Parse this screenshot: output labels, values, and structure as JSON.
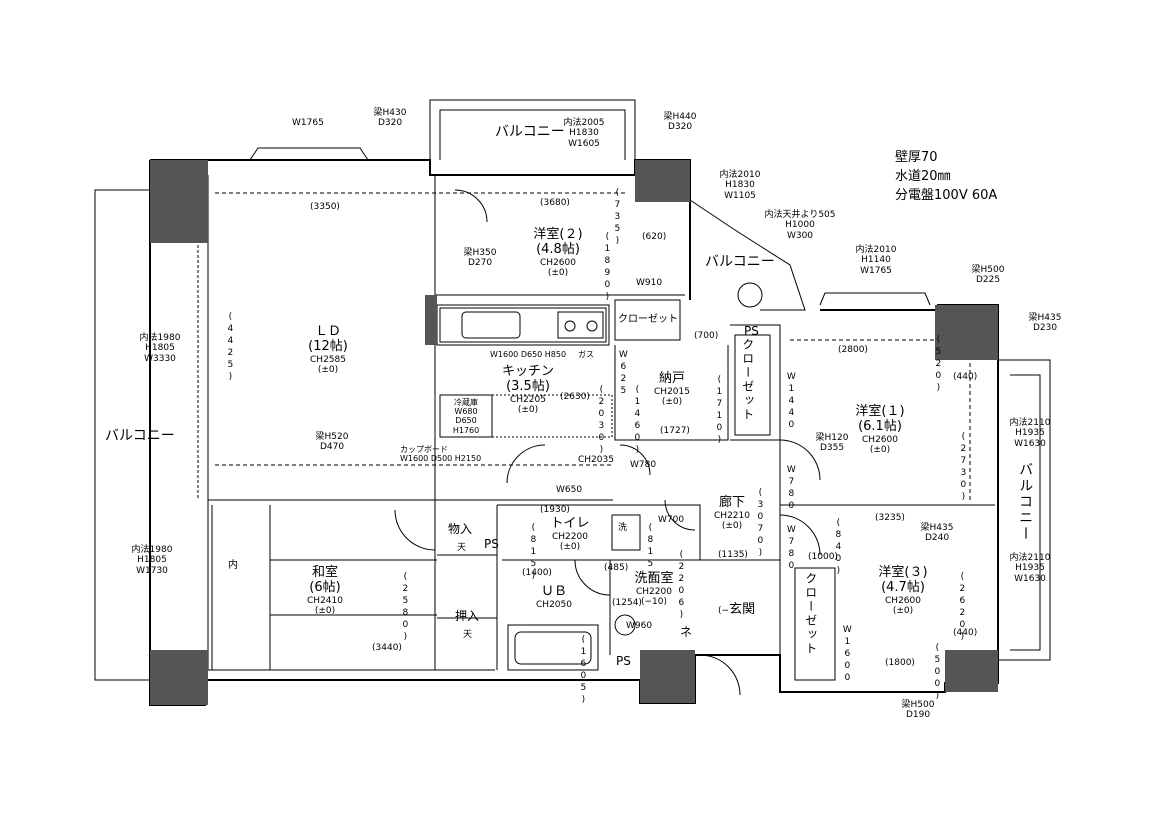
{
  "specs": {
    "wall": "壁厚70",
    "water": "水道20㎜",
    "panel": "分電盤100V 60A"
  },
  "rooms": {
    "ld": {
      "name": "ＬＤ",
      "size": "(12帖)",
      "ch": "CH2585",
      "lv": "(±0)"
    },
    "kitchen": {
      "name": "キッチン",
      "size": "(3.5帖)",
      "ch": "CH2205",
      "lv": "(±0)"
    },
    "western2": {
      "name": "洋室(２)",
      "size": "(4.8帖)",
      "ch": "CH2600",
      "lv": "(±0)"
    },
    "western1": {
      "name": "洋室(１)",
      "size": "(6.1帖)",
      "ch": "CH2600",
      "lv": "(±0)"
    },
    "western3": {
      "name": "洋室(３)",
      "size": "(4.7帖)",
      "ch": "CH2600",
      "lv": "(±0)"
    },
    "japanese": {
      "name": "和室",
      "size": "(6帖)",
      "ch": "CH2410",
      "lv": "(±0)"
    },
    "storage": {
      "name": "納戸",
      "ch": "CH2015",
      "lv": "(±0)"
    },
    "corridor": {
      "name": "廊下",
      "ch": "CH2210",
      "lv": "(±0)"
    },
    "toilet": {
      "name": "トイレ",
      "ch": "CH2200",
      "lv": "(±0)"
    },
    "washroom": {
      "name": "洗面室",
      "ch": "CH2200",
      "lv": "(−10)"
    },
    "ub": {
      "name": "ＵＢ",
      "ch": "CH2050"
    },
    "entrance": {
      "name": "玄関",
      "lv": "(−"
    },
    "closet_k": "クローゼット",
    "closet1": "クローゼット",
    "closet3": "クローゼット",
    "oshiire": "押入",
    "monoire": "物入",
    "ten1": "天",
    "ten2": "天",
    "ps1": "PS",
    "ps2": "PS",
    "ps3": "PS",
    "uchi": "内",
    "wash_mark": "洗",
    "w960": "W960",
    "ne": "ネ"
  },
  "balconies": {
    "left": "バルコニー",
    "top": "バルコニー",
    "mid": "バルコニー",
    "right": "バルコニー"
  },
  "notes": {
    "beam430": [
      "梁H430",
      "D320"
    ],
    "beam440": [
      "梁H440",
      "D320"
    ],
    "w1765_top": "W1765",
    "win_top": [
      "内法2005",
      "H1830",
      "W1605"
    ],
    "win_mid": [
      "内法2010",
      "H1830",
      "W1105"
    ],
    "win_ceiling": [
      "内法天井より505",
      "H1000",
      "W300"
    ],
    "win_w1": [
      "内法2010",
      "H1140",
      "W1765"
    ],
    "beam500_top": [
      "梁H500",
      "D225"
    ],
    "beam435_right": [
      "梁H435",
      "D230"
    ],
    "win_right1": [
      "内法2110",
      "H1935",
      "W1630"
    ],
    "win_right2": [
      "内法2110",
      "H1935",
      "W1630"
    ],
    "win_ld": [
      "内法1980",
      "H1805",
      "W3330"
    ],
    "win_wa": [
      "内法1980",
      "H1805",
      "W1730"
    ],
    "beam350": [
      "梁H350",
      "D270"
    ],
    "beam520": [
      "梁H520",
      "D470"
    ],
    "beam120": [
      "梁H120",
      "D355"
    ],
    "beam435_w3": [
      "梁H435",
      "D240"
    ],
    "beam500_bottom": [
      "梁H500",
      "D190"
    ],
    "cupboard": [
      "カップボード",
      "W1600 D500 H2150"
    ],
    "fridge": [
      "冷蔵庫",
      "W680",
      "D650",
      "H1760"
    ],
    "kitchen_unit": "W1600 D650 H850",
    "gas": "ガス",
    "ch2035": "CH2035"
  },
  "dims": {
    "d3350": "(3350)",
    "d3680": "(3680)",
    "d735": "(735)",
    "d620": "(620)",
    "d1890": "(1890)",
    "d4425": "(4425)",
    "d700": "(700)",
    "d2800": "(2800)",
    "d520": "(520)",
    "d440a": "(440)",
    "d2730": "(2730)",
    "d1727": "(1727)",
    "d1460": "(1460)",
    "d1710": "(1710)",
    "d2630": "(2630)",
    "d2030": "(2030)",
    "d1930": "(1930)",
    "d815a": "(815)",
    "d815b": "(815)",
    "d3070": "(3070)",
    "d1135": "(1135)",
    "d3235": "(3235)",
    "d840": "(840)",
    "d1000": "(1000)",
    "d2580": "(2580)",
    "d3440": "(3440)",
    "d1400": "(1400)",
    "d485": "(485)",
    "d1254": "(1254)",
    "d2206": "(2206)",
    "d1605": "(1605)",
    "d2620": "(2620)",
    "d440b": "(440)",
    "d500": "(500)",
    "d1800": "(1800)",
    "w910": "W910",
    "w625": "W625",
    "w780a": "W780",
    "w650": "W650",
    "w700": "W700",
    "w780b": "W780",
    "w780c": "W780",
    "w1440": "W1440",
    "w1600": "W1600"
  }
}
